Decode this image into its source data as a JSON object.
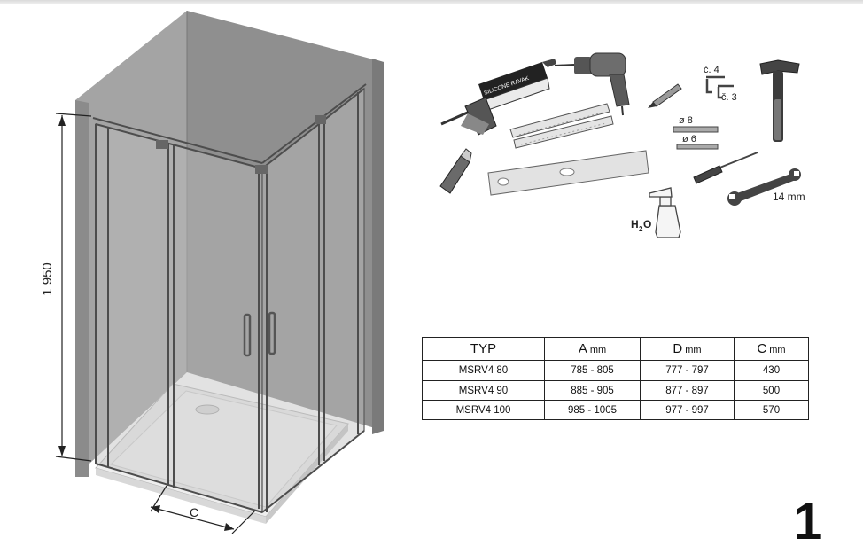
{
  "diagram": {
    "height_label": "1 950",
    "width_label": "C",
    "tools": {
      "silicone": "SILICONE RAVAK",
      "hex_key_a": "č. 4",
      "hex_key_b": "č. 3",
      "drill_a": "ø 8",
      "drill_b": "ø 6",
      "wrench_size": "14 mm",
      "water_h": "H",
      "water_2": "2",
      "water_o": "O"
    }
  },
  "table": {
    "headers": [
      {
        "main": "TYP",
        "unit": ""
      },
      {
        "main": "A",
        "unit": "mm"
      },
      {
        "main": "D",
        "unit": "mm"
      },
      {
        "main": "C",
        "unit": "mm"
      }
    ],
    "rows": [
      [
        "MSRV4 80",
        "785 - 805",
        "777 - 797",
        "430"
      ],
      [
        "MSRV4 90",
        "885 - 905",
        "877 - 897",
        "500"
      ],
      [
        "MSRV4 100",
        "985 - 1005",
        "977 - 997",
        "570"
      ]
    ]
  },
  "step_number": "1",
  "colors": {
    "wall": "#9c9c9c",
    "wall_dark": "#7f7f7f",
    "glass": "#c4c4c4",
    "frame": "#4a4a4a",
    "tray": "#ececec"
  }
}
